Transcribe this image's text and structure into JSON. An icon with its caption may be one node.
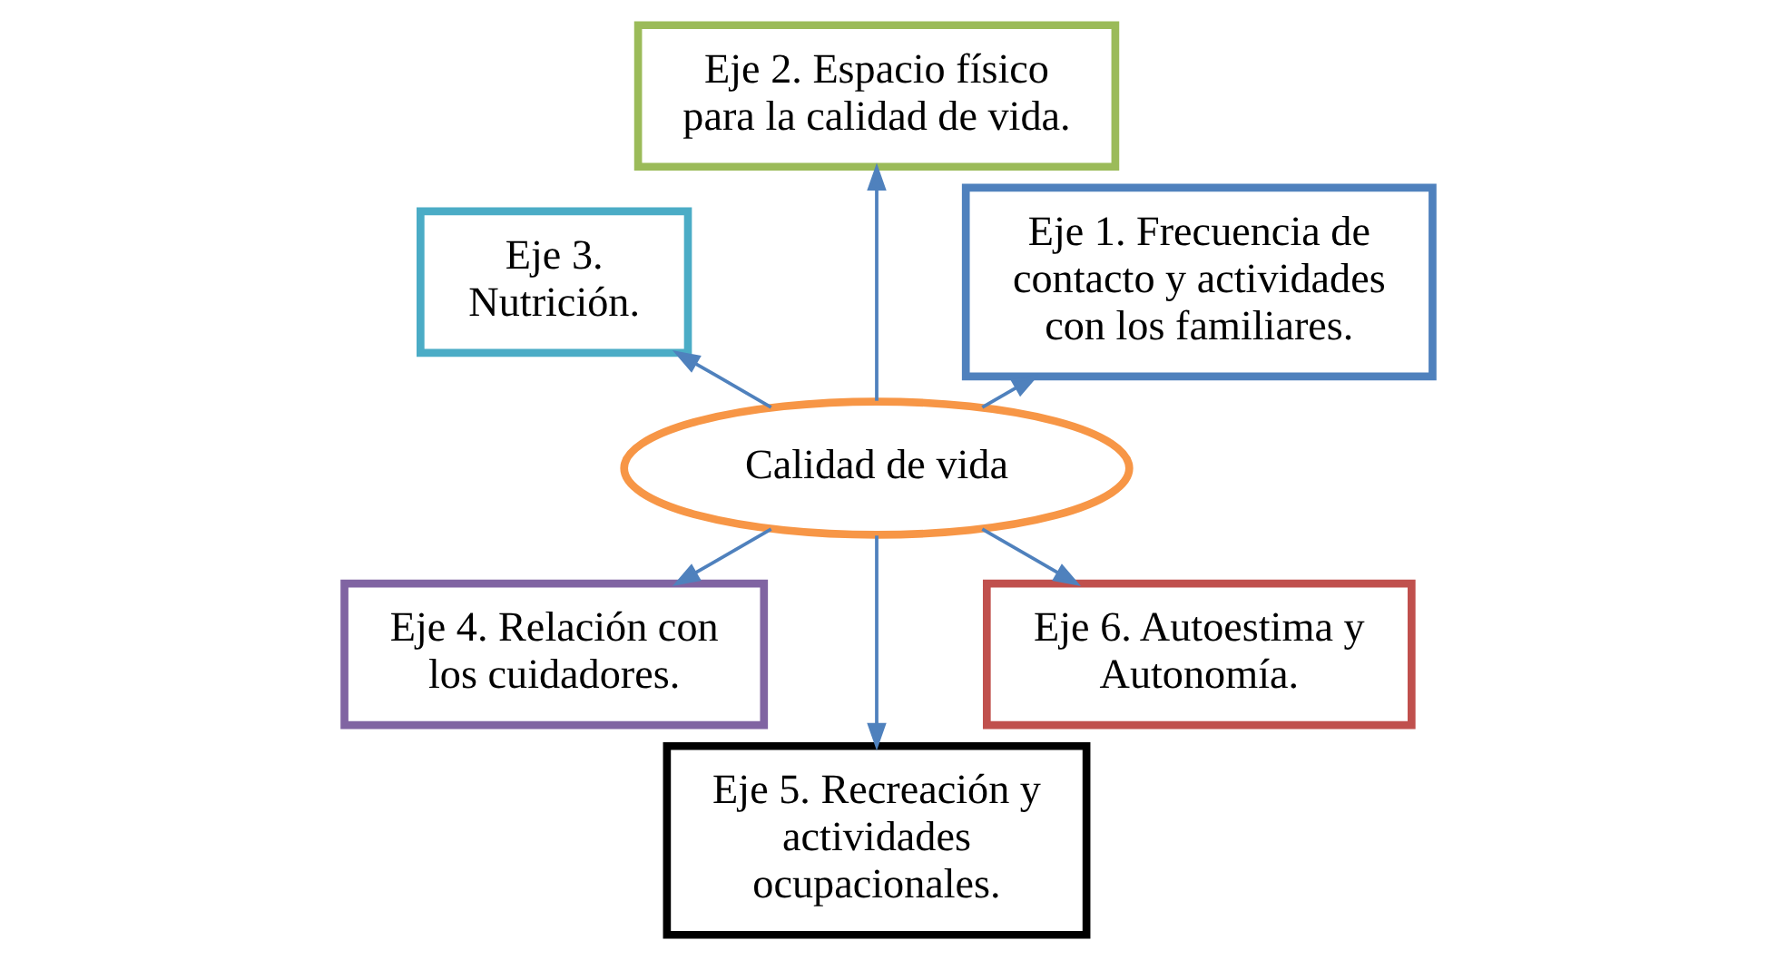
{
  "diagram": {
    "nodes": [
      {
        "text": [
          "Calidad de vida"
        ]
      },
      {
        "text": [
          "Eje 1. Frecuencia de contacto y actividades con los familiares."
        ]
      },
      {
        "text": [
          "Eje 2. Espacio físico para la calidad de vida."
        ]
      },
      {
        "text": [
          "Eje 3. Nutrición."
        ]
      },
      {
        "text": [
          "Eje 4. Relación con los cuidadores."
        ]
      },
      {
        "text": [
          "Eje 5. Recreación y actividades ocupacionales."
        ]
      },
      {
        "text": [
          "Eje 6. Autoestima y Autonomía."
        ]
      }
    ],
    "edges": [
      {
        "from": 0,
        "to": 1,
        "arrow": "to"
      },
      {
        "from": 0,
        "to": 2,
        "arrow": "to"
      },
      {
        "from": 0,
        "to": 3,
        "arrow": "to"
      },
      {
        "from": 0,
        "to": 4,
        "arrow": "to"
      },
      {
        "from": 0,
        "to": 5,
        "arrow": "to"
      },
      {
        "from": 0,
        "to": 6,
        "arrow": "to"
      }
    ]
  }
}
